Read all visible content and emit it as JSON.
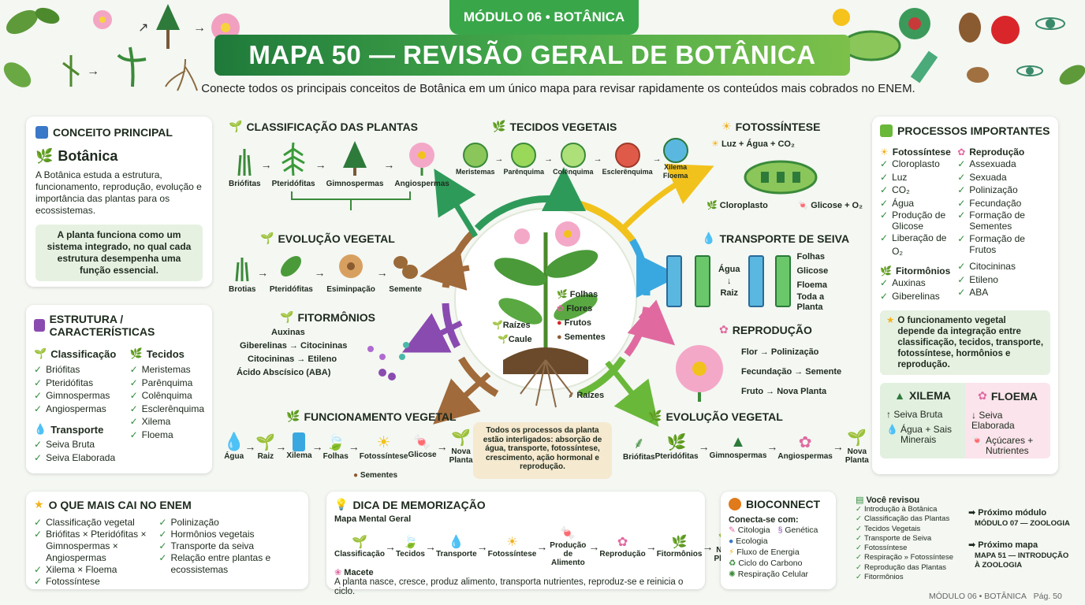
{
  "header": {
    "module_tab": "MÓDULO 06 • BOTÂNICA",
    "title": "MAPA 50 — REVISÃO GERAL DE BOTÂNICA",
    "subtitle": "Conecte todos os principais conceitos de Botânica em um único mapa para revisar rapidamente os conteúdos mais cobrados no ENEM."
  },
  "conceito": {
    "title": "CONCEITO PRINCIPAL",
    "heading": "Botânica",
    "text": "A Botânica estuda a estrutura, funcionamento, reprodução, evolução e importância das plantas para os ecossistemas.",
    "note": "A planta funciona como um sistema integrado, no qual cada estrutura desempenha uma função essencial."
  },
  "estrutura": {
    "title": "ESTRUTURA / CARACTERÍSTICAS",
    "classificacao": {
      "title": "Classificação",
      "items": [
        "Briófitas",
        "Pteridófitas",
        "Gimnospermas",
        "Angiospermas"
      ]
    },
    "tecidos": {
      "title": "Tecidos",
      "items": [
        "Meristemas",
        "Parênquima",
        "Colênquima",
        "Esclerênquima",
        "Xilema",
        "Floema"
      ]
    },
    "transporte": {
      "title": "Transporte",
      "items": [
        "Seiva Bruta",
        "Seiva Elaborada"
      ]
    }
  },
  "classificacao_plantas": {
    "title": "CLASSIFICAÇÃO DAS PLANTAS",
    "items": [
      "Briófitas",
      "Pteridófitas",
      "Gimnospermas",
      "Angiospermas"
    ]
  },
  "tecidos_vegetais": {
    "title": "TECIDOS VEGETAIS",
    "items": [
      "Meristemas",
      "Parênquima",
      "Colênquima",
      "Esclerênquima",
      "Xilema Floema"
    ]
  },
  "fotossintese": {
    "title": "FOTOSSÍNTESE",
    "inputs": "Luz + Água + CO₂",
    "out_left": "Cloroplasto",
    "out_right": "Glicose + O₂"
  },
  "evolucao_vegetal_left": {
    "title": "EVOLUÇÃO VEGETAL",
    "items": [
      "Brotias",
      "Pteridófitas",
      "Esiminpação",
      "Semente"
    ]
  },
  "fitormonios": {
    "title": "FITORMÔNIOS",
    "items": [
      "Auxinas",
      "Giberelinas → Citocininas",
      "Citocininas → Etileno",
      "Ácido Abscísico (ABA)"
    ]
  },
  "transporte_seiva": {
    "title": "TRANSPORTE DE SEIVA",
    "agua": "Água",
    "raiz": "Raiz",
    "items": [
      "Folhas",
      "Glicose",
      "Floema",
      "Toda a Planta"
    ]
  },
  "reproducao": {
    "title": "REPRODUÇÃO",
    "items": [
      "Flor → Polinização",
      "Fecundação → Semente",
      "Fruto → Nova Planta"
    ]
  },
  "center": {
    "folhas": "Folhas",
    "flores": "Flores",
    "frutos": "Frutos",
    "sementes": "Sementes",
    "raizes": "Raízes",
    "caule": "Caule",
    "raizes_bottom": "Raízes"
  },
  "funcionamento": {
    "title": "FUNCIONAMENTO VEGETAL",
    "items": [
      "Água",
      "Raiz",
      "Xilema",
      "Folhas",
      "Fotossíntese",
      "Glicose",
      "Nova Planta"
    ],
    "sementes": "Sementes"
  },
  "center_note": "Todos os processos da planta estão interligados: absorção de água, transporte, fotossíntese, crescimento, ação hormonal e reprodução.",
  "evolucao_vegetal_right": {
    "title": "EVOLUÇÃO VEGETAL",
    "items": [
      "Briófitas",
      "Pteridófitas",
      "Gimnospermas",
      "Angiospermas",
      "Nova Planta"
    ]
  },
  "processos": {
    "title": "PROCESSOS IMPORTANTES",
    "fotossintese": {
      "title": "Fotossíntese",
      "items": [
        "Cloroplasto",
        "Luz",
        "CO₂",
        "Água",
        "Produção de Glicose",
        "Liberação de O₂"
      ]
    },
    "reproducao": {
      "title": "Reprodução",
      "items": [
        "Assexuada",
        "Sexuada",
        "Polinização",
        "Fecundação",
        "Formação de Sementes",
        "Formação de Frutos"
      ]
    },
    "fitormonios": {
      "title": "Fitormônios",
      "left": [
        "Auxinas",
        "Giberelinas"
      ],
      "right": [
        "Citocininas",
        "Etileno",
        "ABA"
      ]
    },
    "note": "O funcionamento vegetal depende da integração entre classificação, tecidos, transporte, fotossíntese, hormônios e reprodução."
  },
  "xilema_floema": {
    "xilema": "XILEMA",
    "xilema_1": "Seiva Bruta",
    "xilema_2": "Água + Sais Minerais",
    "floema": "FLOEMA",
    "floema_1": "Seiva Elaborada",
    "floema_2": "Açúcares + Nutrientes"
  },
  "enem": {
    "title": "O QUE MAIS CAI NO ENEM",
    "left": [
      "Classificação vegetal",
      "Briófitas × Pteridófitas × Gimnospermas × Angiospermas",
      "Xilema × Floema",
      "Fotossíntese"
    ],
    "right": [
      "Polinização",
      "Hormônios vegetais",
      "Transporte da seiva",
      "Relação entre plantas e ecossistemas"
    ]
  },
  "dica": {
    "title": "DICA DE MEMORIZAÇÃO",
    "subtitle": "Mapa Mental Geral",
    "items": [
      "Classificação",
      "Tecidos",
      "Transporte",
      "Fotossíntese",
      "Produção de Alimento",
      "Reprodução",
      "Fitormônios",
      "Nova Planta"
    ],
    "macete_title": "Macete",
    "macete": "A planta nasce, cresce, produz alimento, transporta nutrientes, reproduz-se e reinicia o ciclo."
  },
  "bioconnect": {
    "title": "BIOCONNECT",
    "subtitle": "Conecta-se com:",
    "items": [
      "Citologia",
      "Genética",
      "Ecologia",
      "Fluxo de Energia",
      "Ciclo do Carbono",
      "Respiração Celular"
    ]
  },
  "revisou": {
    "title": "Você revisou",
    "items": [
      "Introdução à Botânica",
      "Classificação das Plantas",
      "Tecidos Vegetais",
      "Transporte de Seiva",
      "Fotossíntese",
      "Respiração » Fotossíntese",
      "Reprodução das Plantas",
      "Fitormônios"
    ]
  },
  "next": {
    "modulo_label": "Próximo módulo",
    "modulo": "MÓDULO 07 — ZOOLOGIA",
    "mapa_label": "Próximo mapa",
    "mapa": "MAPA 51 — INTRODUÇÃO À ZOOLOGIA"
  },
  "footer": {
    "module": "MÓDULO 06 • BOTÂNICA",
    "page": "Pág. 50"
  },
  "colors": {
    "green": "#2e8b3a",
    "header_green": "#3aa64a",
    "purple": "#8a4bb0",
    "blue": "#3a78c8",
    "orange": "#e07a1a"
  }
}
